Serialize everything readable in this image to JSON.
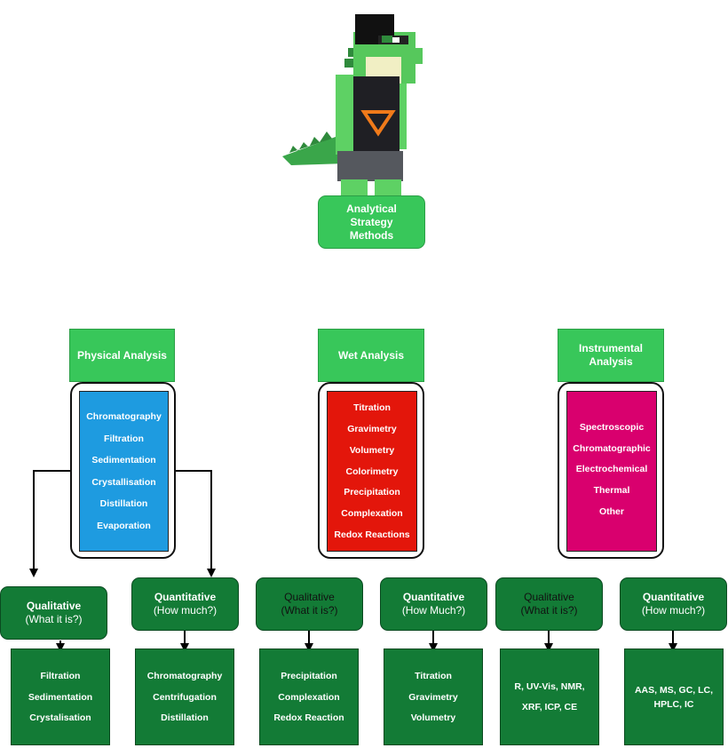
{
  "root": {
    "label": "Analytical Strategy Methods"
  },
  "mascot": {
    "icon": "pixel-crocodile-mascot-icon"
  },
  "categories": [
    {
      "label": "Physical Analysis",
      "color": "#1e9be0",
      "items": [
        "Chromatography",
        "Filtration",
        "Sedimentation",
        "Crystallisation",
        "Distillation",
        "Evaporation"
      ]
    },
    {
      "label": "Wet Analysis",
      "color": "#e3160b",
      "items": [
        "Titration",
        "Gravimetry",
        "Volumetry",
        "Colorimetry",
        "Precipitation",
        "Complexation",
        "Redox Reactions"
      ]
    },
    {
      "label": "Instrumental Analysis",
      "color": "#d9006e",
      "items": [
        "Spectroscopic",
        "Chromatographic",
        "Electrochemical",
        "Thermal",
        "Other"
      ]
    }
  ],
  "sub": [
    {
      "title": "Qualitative",
      "subtitle": "(What it is?)",
      "items": [
        "Filtration",
        "Sedimentation",
        "Crystalisation"
      ]
    },
    {
      "title": "Quantitative",
      "subtitle": "(How much?)",
      "items": [
        "Chromatography",
        "Centrifugation",
        "Distillation"
      ]
    },
    {
      "title": "Qualitative",
      "subtitle": "(What it is?)",
      "items": [
        "Precipitation",
        "Complexation",
        "Redox Reaction"
      ]
    },
    {
      "title": "Quantitative",
      "subtitle": "(How Much?)",
      "items": [
        "Titration",
        "Gravimetry",
        "Volumetry"
      ]
    },
    {
      "title": "Qualitative",
      "subtitle": "(What it is?)",
      "items": [
        "R, UV-Vis, NMR,",
        "XRF, ICP, CE"
      ]
    },
    {
      "title": "Quantitative",
      "subtitle": "(How much?)",
      "items": [
        "AAS, MS, GC, LC,",
        "HPLC, IC"
      ]
    }
  ]
}
